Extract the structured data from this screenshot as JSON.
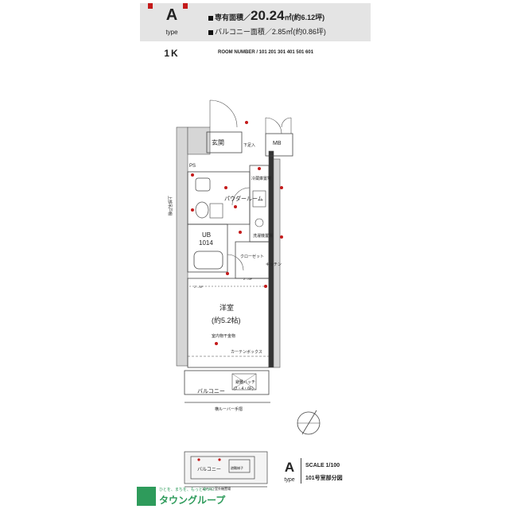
{
  "header": {
    "type_letter": "A",
    "type_word": "type",
    "plan": "1K",
    "area_label": "専有面積／",
    "area_value": "20.24",
    "area_unit": "㎡(約6.12坪)",
    "balcony_label": "バルコニー面積／2.85㎡(約0.86坪)",
    "room_numbers": "ROOM NUMBER / 101  201  301  401  501  601"
  },
  "rooms": {
    "genkan": "玄関",
    "ps": "PS",
    "mb": "MB",
    "getabako": "下足入",
    "powder": "パウダールーム",
    "ub": "UB",
    "ub_size": "1014",
    "reizoko": "冷蔵庫置場",
    "kitchen": "キッチン",
    "sentakuki": "洗濯機置場",
    "closet": "クローゼット",
    "youshitsu": "洋室",
    "youshitsu_size": "(約5.2帖)",
    "indoor_dryer": "室内物干金物",
    "curtain_box": "カーテンボックス",
    "balcony": "バルコニー",
    "hatch": "避難ハッチ",
    "hatch_note": "(2・4・6F)",
    "handrail": "横ルーバー手摺",
    "jougesuido": "上部吊戸棚",
    "ceiling_note_1": "Z→5F",
    "ceiling_note_2": "Z→6F",
    "mini_balcony": "バルコニー",
    "mini_note": "エアコン室外機置場",
    "mini_hatch": "避難梯子"
  },
  "footer": {
    "type_letter": "A",
    "type_word": "type",
    "scale": "SCALE 1/100",
    "partial_plan": "101号室部分図",
    "logo_tagline": "ひとを、まちを、もっと幸せに",
    "logo_name": "タウングループ"
  },
  "colors": {
    "accent_red": "#c41a1a",
    "wall_gray": "#d6d6d6",
    "logo_green": "#2e9b5b"
  }
}
